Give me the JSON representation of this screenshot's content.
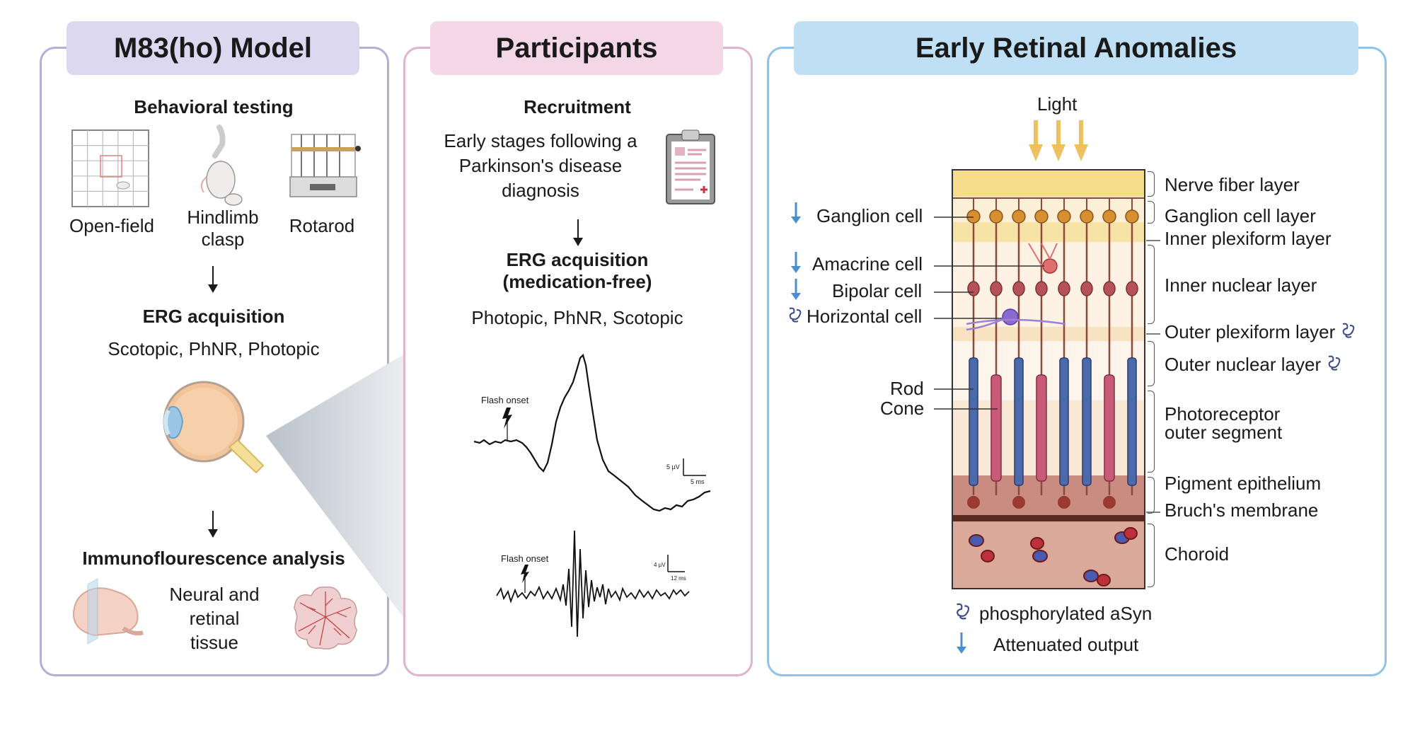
{
  "panels": {
    "model": {
      "title": "M83(ho) Model",
      "behavioral_heading": "Behavioral testing",
      "tests": [
        "Open-field",
        "Hindlimb\nclasp",
        "Rotarod"
      ],
      "erg_heading": "ERG acquisition",
      "erg_modes": "Scotopic, PhNR, Photopic",
      "immuno_heading": "Immunoflourescence analysis",
      "tissue": "Neural and\nretinal\ntissue"
    },
    "participants": {
      "title": "Participants",
      "recruitment_heading": "Recruitment",
      "recruitment_text": "Early stages following a\nParkinson's disease\ndiagnosis",
      "erg_heading": "ERG acquisition\n(medication-free)",
      "erg_modes": "Photopic, PhNR, Scotopic",
      "flash_onset_1": "Flash onset",
      "scale_1_v": "5 µV",
      "scale_1_t": "5 ms",
      "flash_onset_2": "Flash onset",
      "scale_2_v": "4 µV",
      "scale_2_t": "12 ms"
    },
    "retina": {
      "title": "Early Retinal Anomalies",
      "light": "Light",
      "cells": [
        "Ganglion cell",
        "Amacrine cell",
        "Bipolar cell",
        "Horizontal cell",
        "Rod",
        "Cone"
      ],
      "layers": [
        "Nerve fiber layer",
        "Ganglion cell layer",
        "Inner plexiform layer",
        "Inner nuclear layer",
        "Outer plexiform layer",
        "Outer nuclear layer",
        "Photoreceptor\nouter segment",
        "Pigment epithelium",
        "Bruch's membrane",
        "Choroid"
      ],
      "legend_asyn": "phosphorylated aSyn",
      "legend_attenuated": "Attenuated output"
    }
  },
  "colors": {
    "model_border": "#b7aed6",
    "model_title_bg": "#dcd8ef",
    "participants_border": "#e2b3cd",
    "participants_title_bg": "#f3d7e7",
    "retina_border": "#8fc3e6",
    "retina_title_bg": "#bfdff5",
    "attenuated_arrow": "#4a8fd0",
    "light_arrow": "#f0c060"
  },
  "icons": [
    "open-field-icon",
    "mouse-hindlimb-icon",
    "rotarod-icon",
    "clipboard-icon",
    "eye-icon",
    "brain-section-icon",
    "retina-flatmount-icon",
    "lightning-icon",
    "asyn-icon",
    "down-arrow-icon"
  ]
}
